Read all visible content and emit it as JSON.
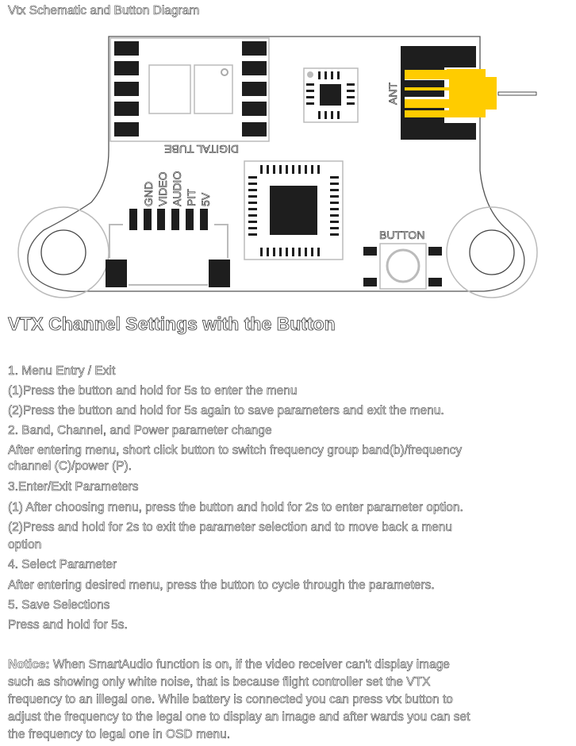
{
  "title": "Vtx Schematic and Button Diagram",
  "diagram": {
    "digital_tube": "DIGITAL TUBE",
    "ant": "ANT",
    "button": "BUTTON",
    "pins": [
      "GND",
      "VIDEO",
      "AUDIO",
      "PIT",
      "5V"
    ],
    "colors": {
      "connector": "#FFCC00",
      "pad": "#1e1e1e"
    }
  },
  "heading": "VTX Channel Settings with the Button",
  "lines": [
    "1. Menu Entry / Exit",
    "(1)Press the button and hold for 5s to enter the menu",
    "(2)Press the button and hold for 5s again to save parameters and exit the menu.",
    "2. Band, Channel, and Power parameter change",
    "After entering menu, short click button to switch frequency group band(b)/frequency",
    "channel (C)/power (P).",
    "3.Enter/Exit Parameters",
    "(1) After choosing menu, press the button and hold for 2s to enter parameter option.",
    "(2)Press and hold for 2s to exit the parameter selection and to move back a menu",
    "option",
    "4. Select Parameter",
    "After entering desired menu, press the button to cycle through the parameters.",
    "5. Save Selections",
    "Press and hold for 5s."
  ],
  "notice": {
    "label": "Notice:",
    "lines": [
      "When SmartAudio function is on, if the video receiver can't display image",
      "such as showing only white noise, that is because flight controller set the VTX",
      "frequency to an illegal one. While battery is connected you can press vtx button to",
      "adjust the frequency to the legal one to display an image and after wards you can set",
      "the frequency to legal one in OSD menu."
    ]
  }
}
